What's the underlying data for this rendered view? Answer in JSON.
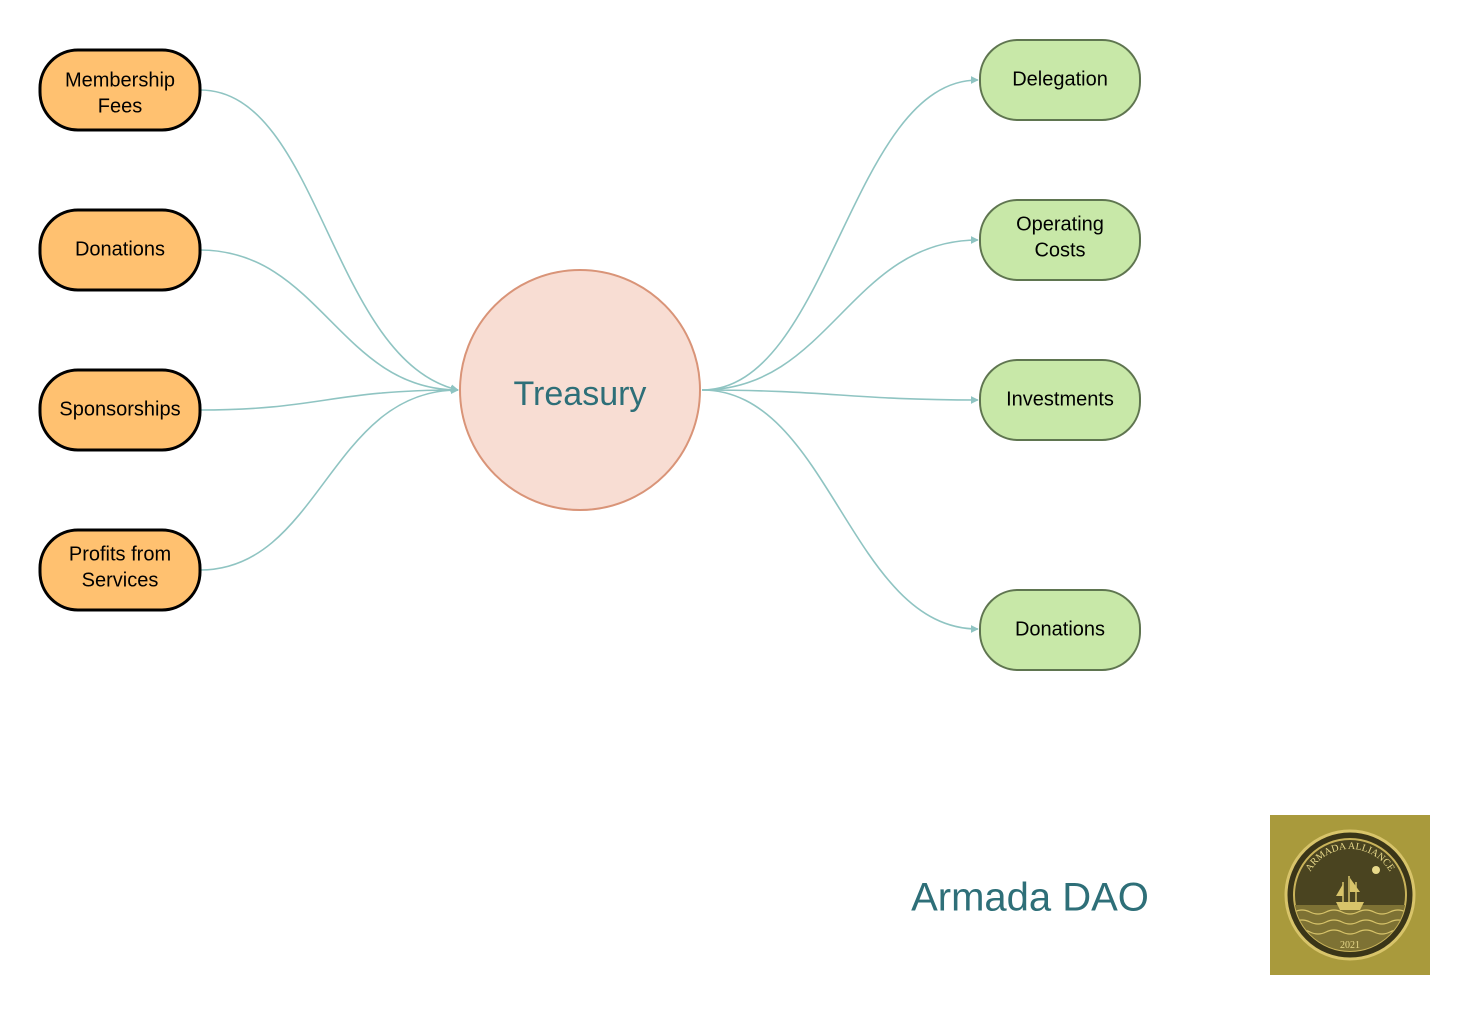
{
  "diagram": {
    "center": {
      "label": "Treasury",
      "fill": "#f8ddd3",
      "stroke": "#d99478"
    },
    "sources": [
      {
        "lines": [
          "Membership",
          "Fees"
        ]
      },
      {
        "lines": [
          "Donations"
        ]
      },
      {
        "lines": [
          "Sponsorships"
        ]
      },
      {
        "lines": [
          "Profits from",
          "Services"
        ]
      }
    ],
    "uses": [
      {
        "lines": [
          "Delegation"
        ]
      },
      {
        "lines": [
          "Operating",
          "Costs"
        ]
      },
      {
        "lines": [
          "Investments"
        ]
      },
      {
        "lines": [
          "Donations"
        ]
      }
    ],
    "source_style": {
      "fill": "#ffc170",
      "stroke": "#000000"
    },
    "use_style": {
      "fill": "#c8e8a8",
      "stroke": "#5f7550"
    },
    "edge_color": "#8fc4c2"
  },
  "brand": {
    "title": "Armada DAO",
    "logo_icon": "armada-alliance-seal-icon",
    "logo_text": "ARMADA ALLIANCE",
    "logo_year": "2021",
    "logo_bg": "#a99a3c"
  }
}
